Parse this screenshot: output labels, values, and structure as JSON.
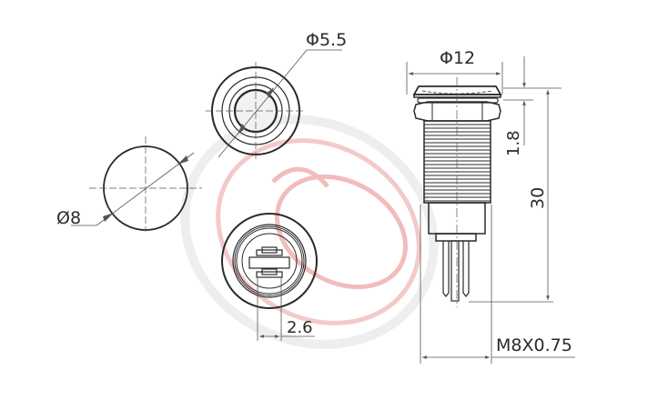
{
  "drawing": {
    "type": "technical-dimension-drawing",
    "subject": "metal indicator / push button (panel mount)",
    "views": {
      "top_view": {
        "label": "Φ5.5"
      },
      "panel_cutout": {
        "label": "Ø8"
      },
      "bottom_view": {
        "label": "2.6"
      },
      "side_view": {
        "head_diameter": "Φ12",
        "head_height": "1.8",
        "total_length": "30",
        "thread": "M8X0.75"
      }
    },
    "colors": {
      "line": "#2a2a2a",
      "thin_line": "#555555",
      "watermark": "#e8a0a0",
      "watermark_grey": "#e6e6e6"
    }
  }
}
